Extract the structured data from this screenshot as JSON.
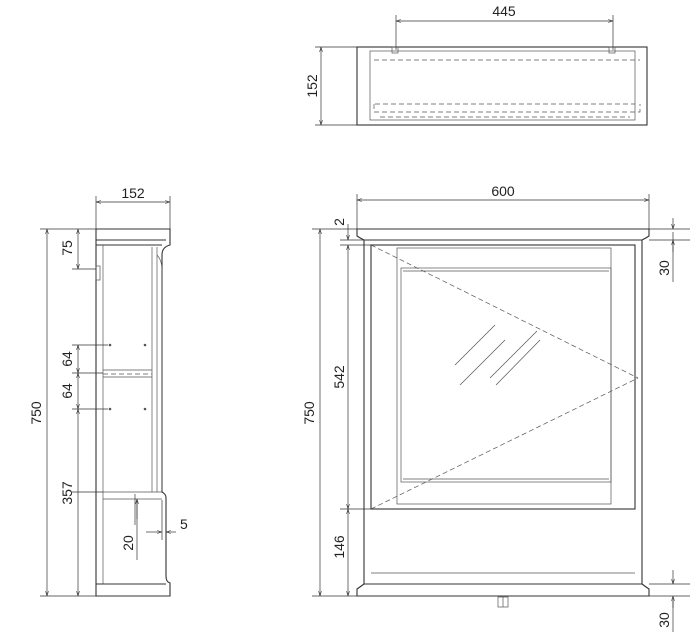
{
  "dimensions": {
    "top_view": {
      "width": "445",
      "depth": "152"
    },
    "side_view": {
      "depth": "152",
      "height": "750",
      "top": "75",
      "shelf_upper": "64",
      "shelf_lower": "64",
      "bottom": "357",
      "foot": "20",
      "offset": "5"
    },
    "front_view": {
      "width": "600",
      "height": "750",
      "gap": "2",
      "mirror": "542",
      "base": "146",
      "cornice": "30",
      "plinth": "30"
    }
  },
  "colors": {
    "line": "#333333",
    "background": "#ffffff"
  }
}
